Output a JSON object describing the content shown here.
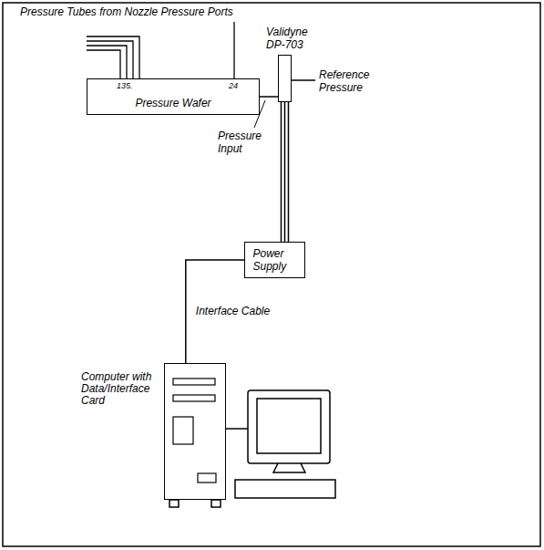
{
  "diagram": {
    "nodes": [
      {
        "text": [
          "Pressure Wafer"
        ]
      },
      {
        "text": [
          "Validyne DP-703"
        ]
      },
      {
        "text": [
          "Power Supply"
        ]
      },
      {
        "text": [
          "Computer with Data/Interface Card"
        ]
      }
    ],
    "edges": [
      {
        "from": 0,
        "to": 1,
        "arrow": "none",
        "label": "Pressure Input"
      },
      {
        "from": 1,
        "to": 2,
        "arrow": "none"
      },
      {
        "from": 2,
        "to": 3,
        "arrow": "none",
        "label": "Interface Cable"
      }
    ],
    "labels": [
      "Pressure Tubes from Nozzle Pressure Ports",
      "135.",
      "24",
      "Reference Pressure"
    ]
  }
}
